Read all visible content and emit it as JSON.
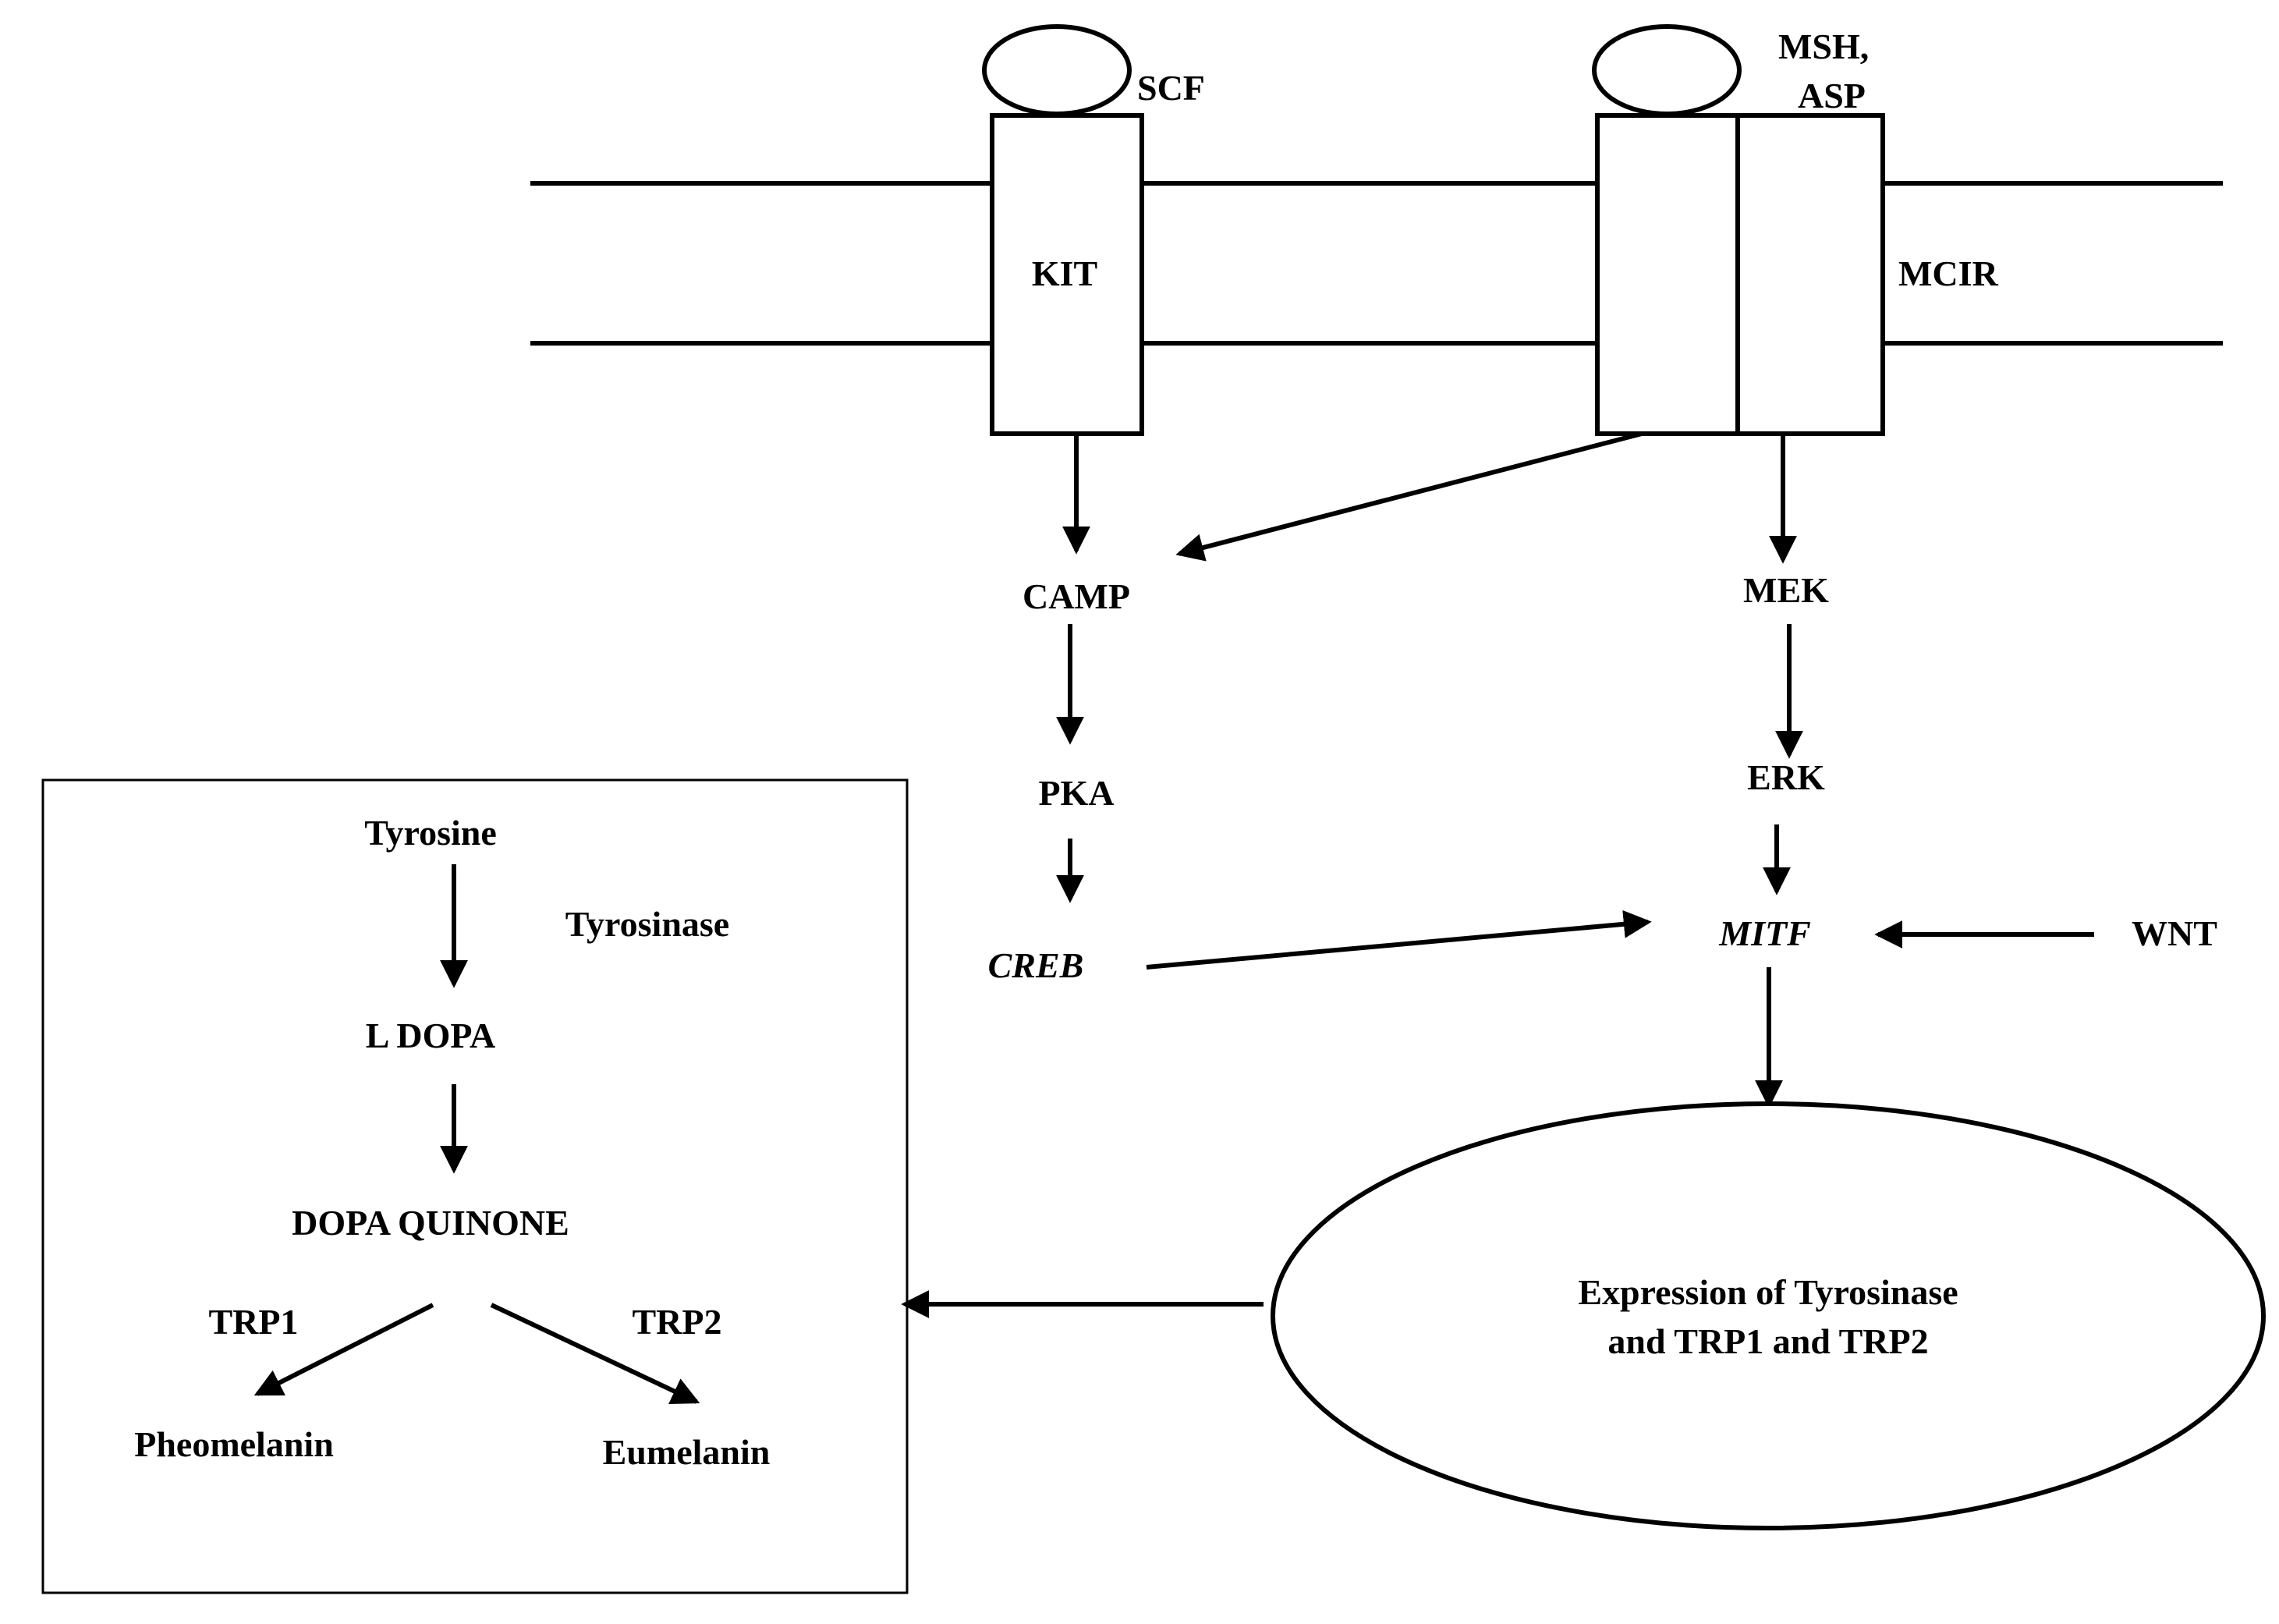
{
  "membrane": {
    "ligand_scf": "SCF",
    "ligand_msh_line1": "MSH,",
    "ligand_msh_line2": "ASP",
    "receptor_kit": "KIT",
    "receptor_mcir": "MCIR"
  },
  "cascade": {
    "camp": "CAMP",
    "pka": "PKA",
    "creb": "CREB",
    "mek": "MEK",
    "erk": "ERK",
    "mitf": "MITF",
    "wnt": "WNT"
  },
  "expression": {
    "line1": "Expression of Tyrosinase",
    "line2": "and TRP1 and TRP2"
  },
  "synthesis": {
    "tyrosine": "Tyrosine",
    "tyrosinase": "Tyrosinase",
    "l_dopa": "L DOPA",
    "dopa_quinone": "DOPA QUINONE",
    "trp1": "TRP1",
    "trp2": "TRP2",
    "pheomelanin": "Pheomelanin",
    "eumelanin": "Eumelanin"
  }
}
